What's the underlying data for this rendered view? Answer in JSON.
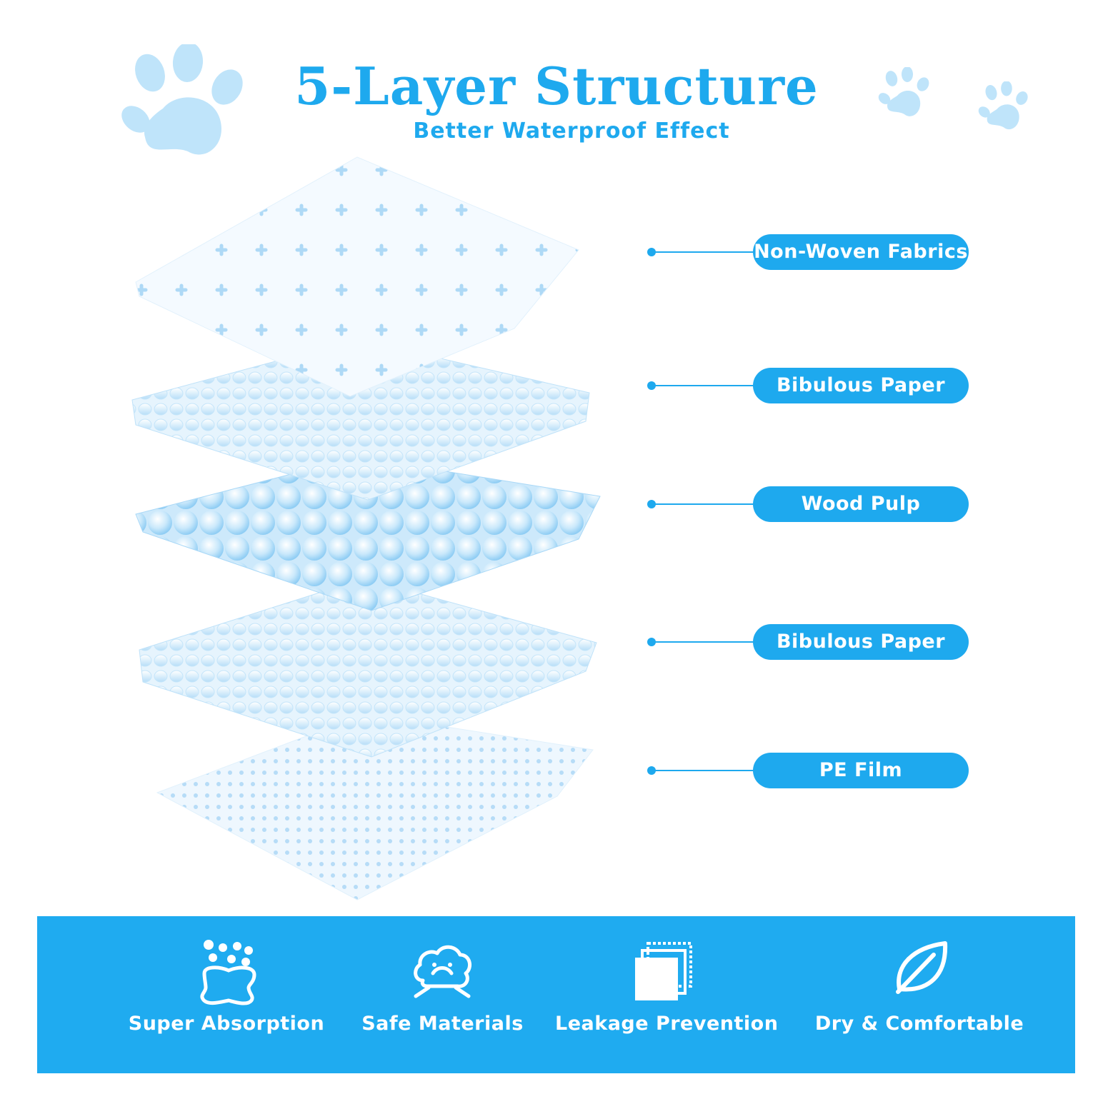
{
  "header": {
    "title": "5-Layer Structure",
    "subtitle": "Better Waterproof Effect"
  },
  "layers": [
    {
      "label": "Non-Woven Fabrics"
    },
    {
      "label": "Bibulous Paper"
    },
    {
      "label": "Wood Pulp"
    },
    {
      "label": "Bibulous Paper"
    },
    {
      "label": "PE Film"
    }
  ],
  "features": [
    {
      "label": "Super Absorption",
      "icon": "sponge-icon"
    },
    {
      "label": "Safe Materials",
      "icon": "cloud-smile-icon"
    },
    {
      "label": "Leakage Prevention",
      "icon": "stacked-layers-icon"
    },
    {
      "label": "Dry & Comfortable",
      "icon": "leaf-icon"
    }
  ],
  "colors": {
    "accent": "#1ea9ee",
    "band": "#1fabf0",
    "paw": "#bfe4fa",
    "layer_light": "#dff1fc",
    "layer_mid": "#9fd5f6"
  }
}
